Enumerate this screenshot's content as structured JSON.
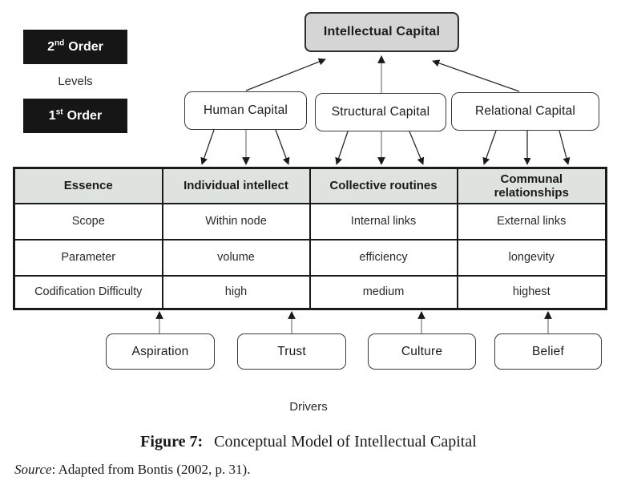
{
  "diagram": {
    "root_label": "Intellectual Capital",
    "levels": {
      "label": "Levels",
      "second_order": {
        "base": "2",
        "sup": "nd",
        "rest": "Order"
      },
      "first_order": {
        "base": "1",
        "sup": "st",
        "rest": "Order"
      }
    },
    "capitals": [
      "Human Capital",
      "Structural Capital",
      "Relational Capital"
    ],
    "table": {
      "headers": [
        "Essence",
        "Individual intellect",
        "Collective routines",
        "Communal relationships"
      ],
      "rows": [
        [
          "Scope",
          "Within node",
          "Internal links",
          "External links"
        ],
        [
          "Parameter",
          "volume",
          "efficiency",
          "longevity"
        ],
        [
          "Codification Difficulty",
          "high",
          "medium",
          "highest"
        ]
      ]
    },
    "drivers": {
      "label": "Drivers",
      "items": [
        "Aspiration",
        "Trust",
        "Culture",
        "Belief"
      ]
    }
  },
  "caption": {
    "label": "Figure 7:",
    "title": "Conceptual Model of Intellectual Capital"
  },
  "source": {
    "label": "Source",
    "text": ": Adapted from Bontis (2002, p. 31)."
  },
  "colors": {
    "root_fill": "#d5d5d5",
    "table_header_fill": "#dee3e0",
    "order_box_fill": "#161616",
    "border": "#1a1a1a",
    "gray_line": "#8c8c8c"
  }
}
